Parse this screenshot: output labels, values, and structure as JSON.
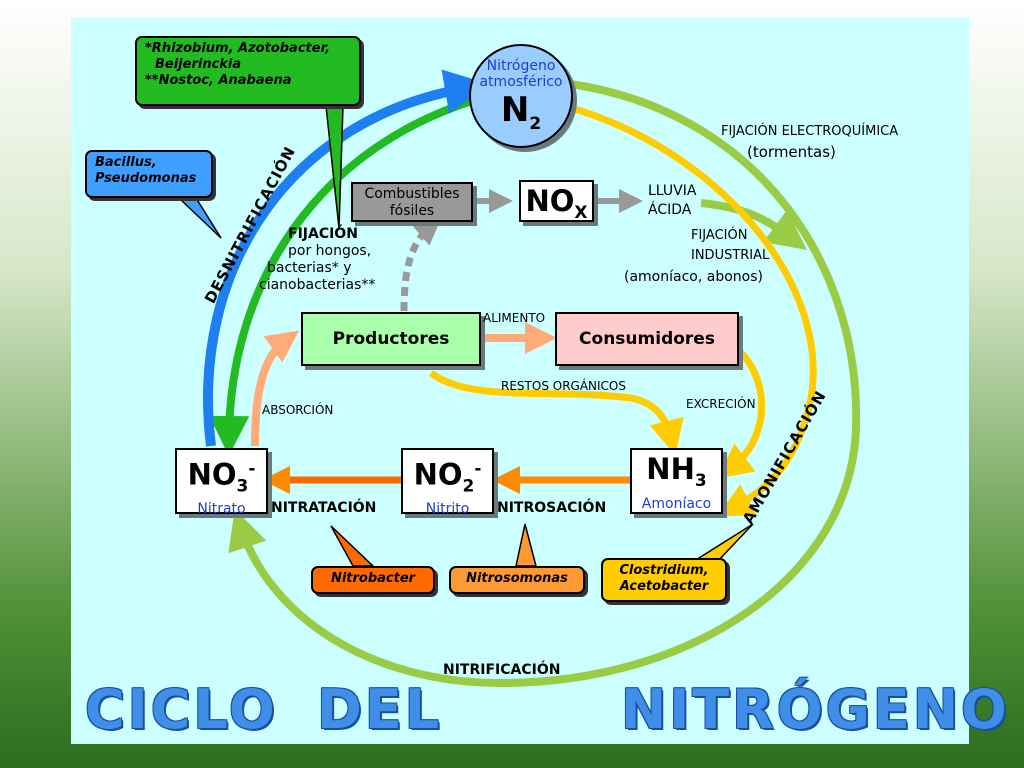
{
  "nodes": {
    "n2": {
      "top": "Nitrógeno",
      "bottom": "atmosférico",
      "formula": "N",
      "sub": "2"
    },
    "fossil": {
      "line1": "Combustibles",
      "line2": "fósiles"
    },
    "nox": {
      "formula": "NO",
      "sub": "X"
    },
    "productores": "Productores",
    "consumidores": "Consumidores",
    "nh3": {
      "formula": "NH",
      "sub": "3",
      "name": "Amoníaco"
    },
    "no2": {
      "formula": "NO",
      "sub": "2",
      "sup": "-",
      "name": "Nitrito"
    },
    "no3": {
      "formula": "NO",
      "sub": "3",
      "sup": "-",
      "name": "Nitrato"
    }
  },
  "labels": {
    "lluvia1": "LLUVIA",
    "lluvia2": "ÁCIDA",
    "fij_electro": "FIJACIÓN ELECTROQUÍMICA",
    "tormentas": "(tormentas)",
    "fij_ind1": "FIJACIÓN",
    "fij_ind2": "INDUSTRIAL",
    "fij_ind3": "(amoníaco, abonos)",
    "fijacion": "FIJACIÓN",
    "fij2": "por hongos,",
    "fij3": "bacterias* y",
    "fij4": "cianobacterias**",
    "alimento": "ALIMENTO",
    "restos": "RESTOS ORGÁNICOS",
    "excrecion": "EXCRECIÓN",
    "absorcion": "ABSORCIÓN",
    "nitratacion": "NITRATACIÓN",
    "nitrosacion": "NITROSACIÓN",
    "nitrificacion": "NITRIFICACIÓN",
    "desnitrificacion": "DESNITRIFICACIÓN",
    "amonificacion": "AMONIFICACIÓN"
  },
  "bubbles": {
    "rhizo1": "*Rhizobium, Azotobacter,",
    "rhizo2": "Beijerinckia",
    "rhizo3": "**Nostoc, Anabaena",
    "bac1": "Bacillus,",
    "bac2": "Pseudomonas",
    "nitrobacter": "Nitrobacter",
    "nitrosomonas": "Nitrosomonas",
    "clos1": "Clostridium,",
    "clos2": "Acetobacter"
  },
  "title": {
    "w1": "CICLO",
    "w2": "DEL",
    "w3": "NITRÓGENO"
  },
  "colors": {
    "panel": "#ccffff",
    "lightgreen": "#99cc44",
    "green": "#22bb22",
    "blue": "#1e7ff0",
    "yellow": "#ffcc00",
    "orange": "#ff8a00",
    "salmon": "#ffaa77",
    "gray": "#999999",
    "nitrobacter": "#ff6a00",
    "nitrosomonas": "#ff9933",
    "clostridium": "#ffcc00",
    "bacillus": "#3f9fff",
    "rhizobium": "#22bb22",
    "productores_fill": "#aaffaa",
    "consumidores_fill": "#ffcccc",
    "fossil_fill": "#999999",
    "n2_fill": "#99ccff"
  }
}
